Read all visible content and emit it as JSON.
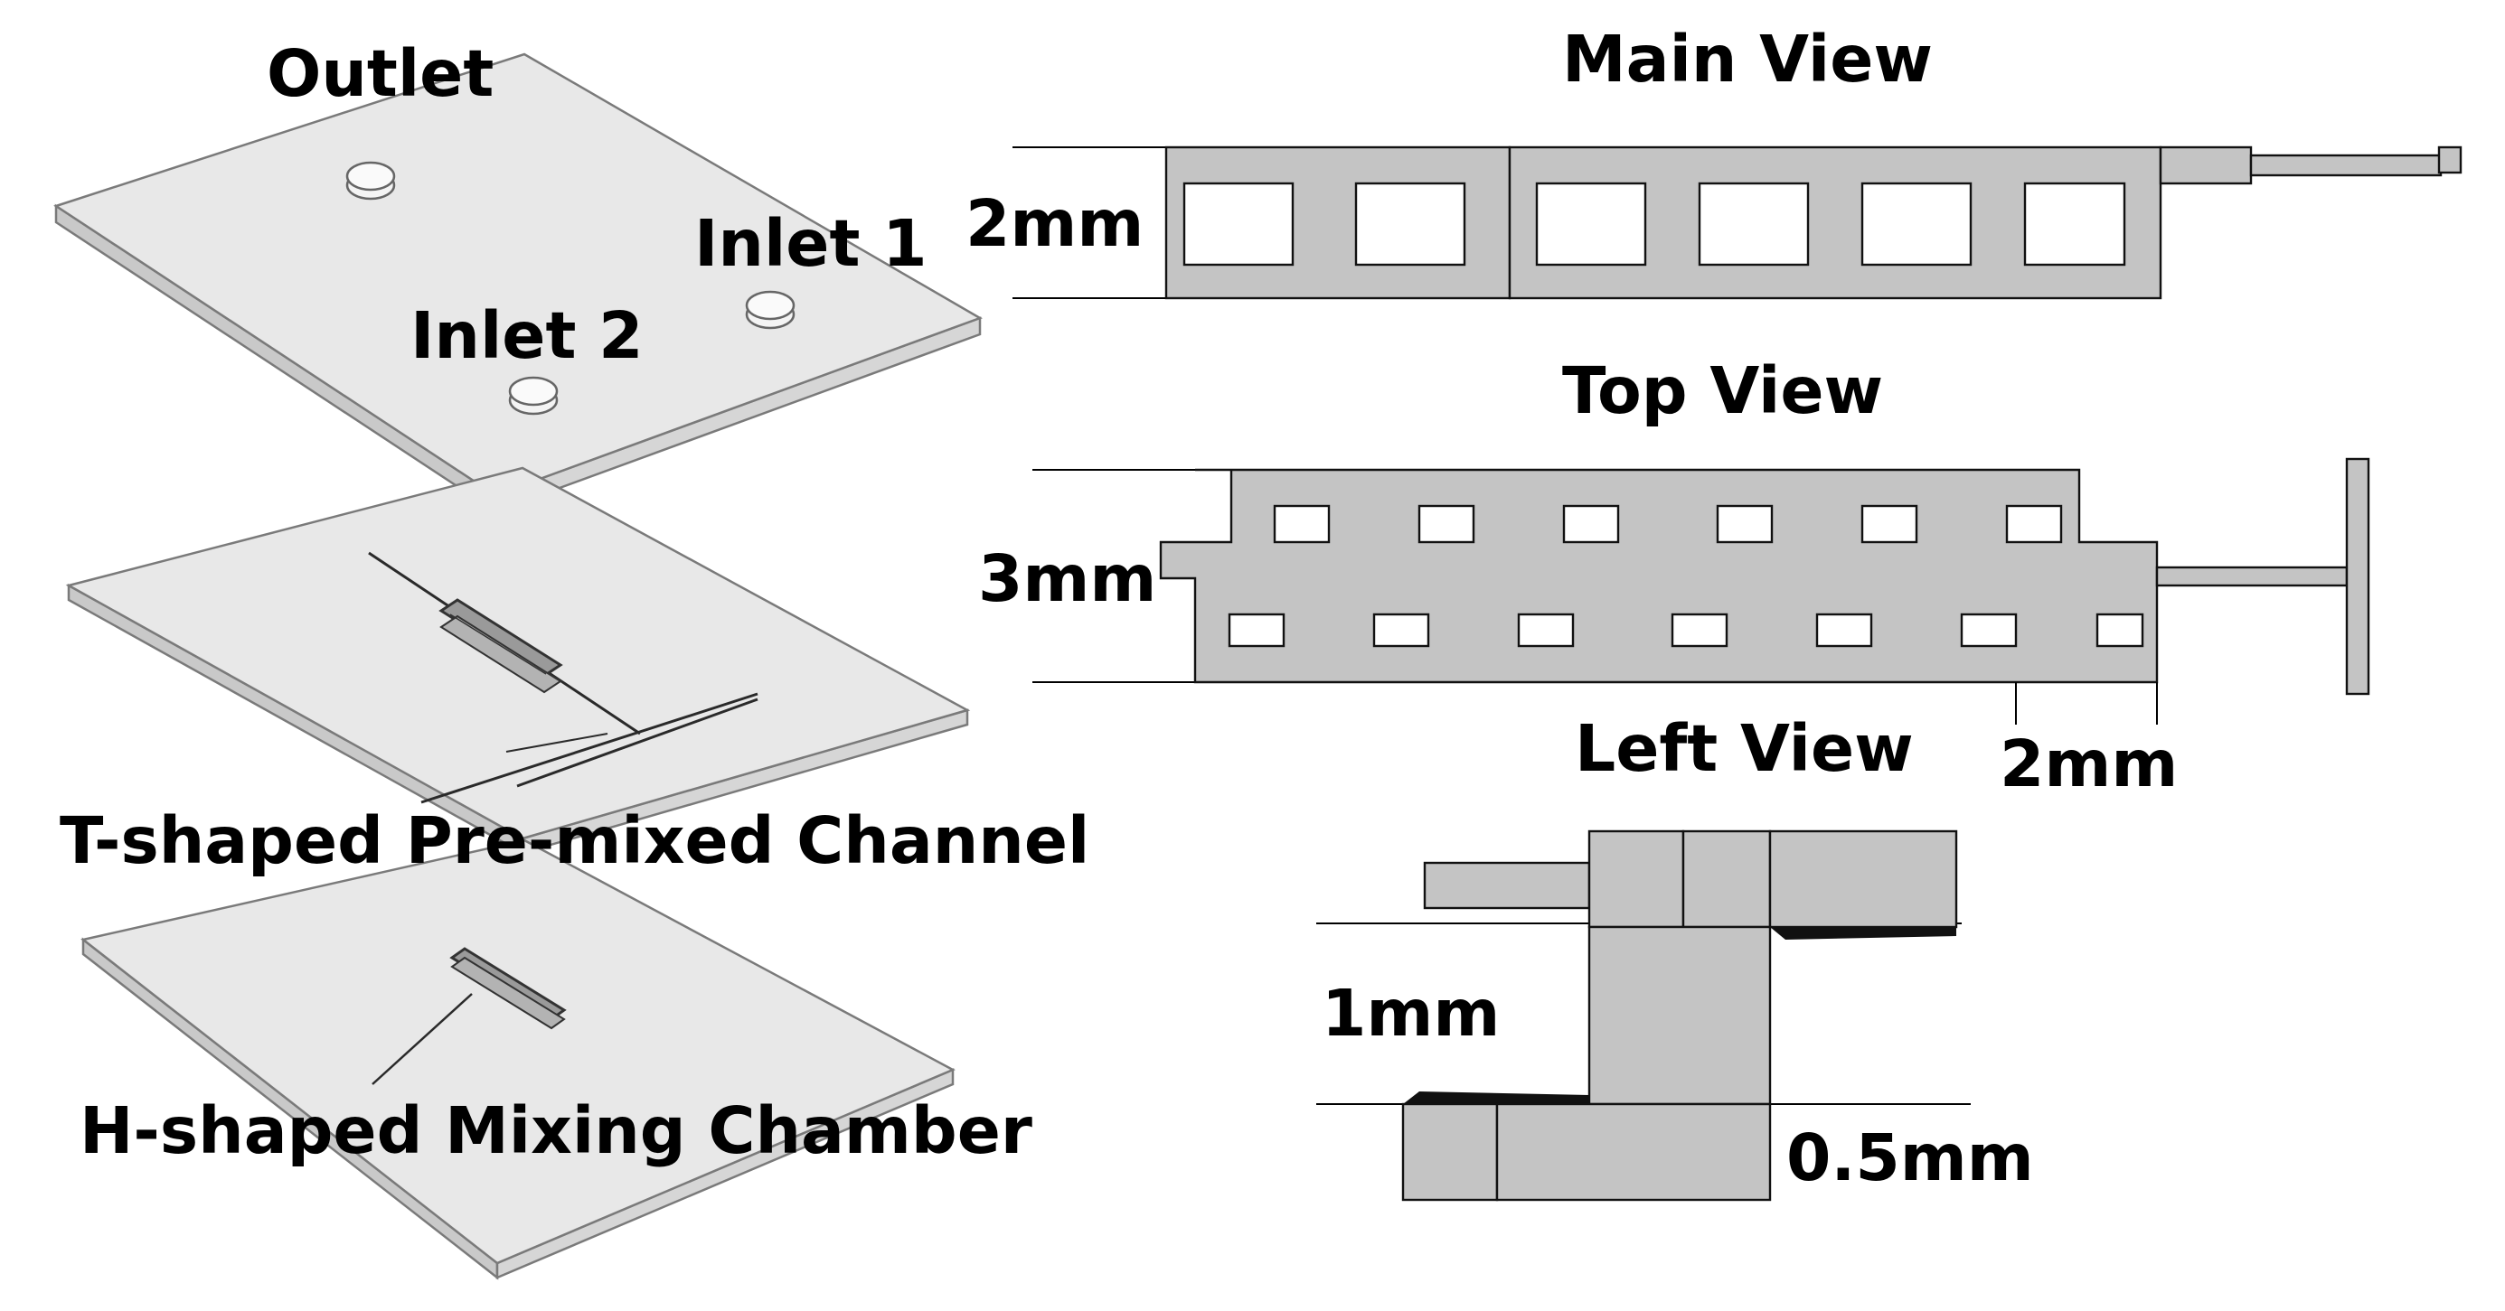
{
  "colors": {
    "background": "#ffffff",
    "plate_face": "#e6e6e6",
    "plate_edge": "#c9c9c9",
    "block_fill": "#c4c4c4",
    "block_stroke": "#111111",
    "text": "#000000"
  },
  "exploded_view": {
    "labels": {
      "outlet": "Outlet",
      "inlet1": "Inlet 1",
      "inlet2": "Inlet 2",
      "t_channel": "T-shaped Pre-mixed Channel",
      "h_chamber": "H-shaped Mixing Chamber"
    }
  },
  "orthographic_views": {
    "main": {
      "title": "Main View",
      "dimension": "2mm"
    },
    "top": {
      "title": "Top View",
      "dimension_height": "3mm",
      "dimension_pitch": "2mm"
    },
    "left": {
      "title": "Left View",
      "dimension_height": "1mm",
      "dimension_thickness": "0.5mm"
    }
  }
}
